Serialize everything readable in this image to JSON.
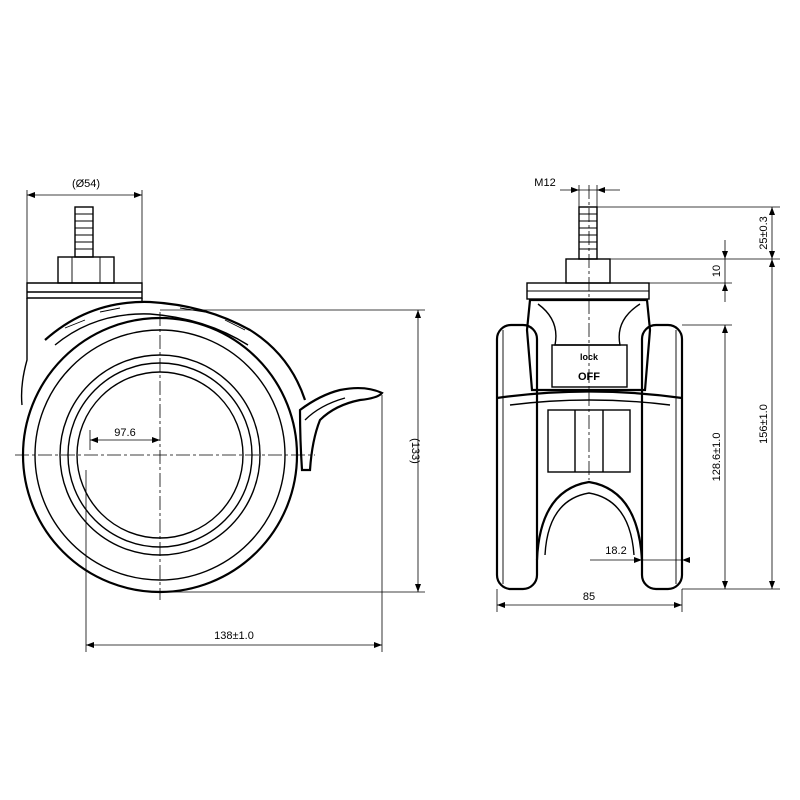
{
  "side_view": {
    "stem_diameter": "(Ø54)",
    "hub_dimension": "97.6",
    "overall_height_ref": "(133)",
    "overall_length": "138±1.0"
  },
  "front_view": {
    "thread": "M12",
    "stem_length": "25±0.3",
    "nut_height": "10",
    "wheel_height": "128.6±1.0",
    "total_height": "156±1.0",
    "tread_width": "18.2",
    "overall_width": "85",
    "brake_label_top": "lock",
    "brake_label_bottom": "OFF"
  }
}
